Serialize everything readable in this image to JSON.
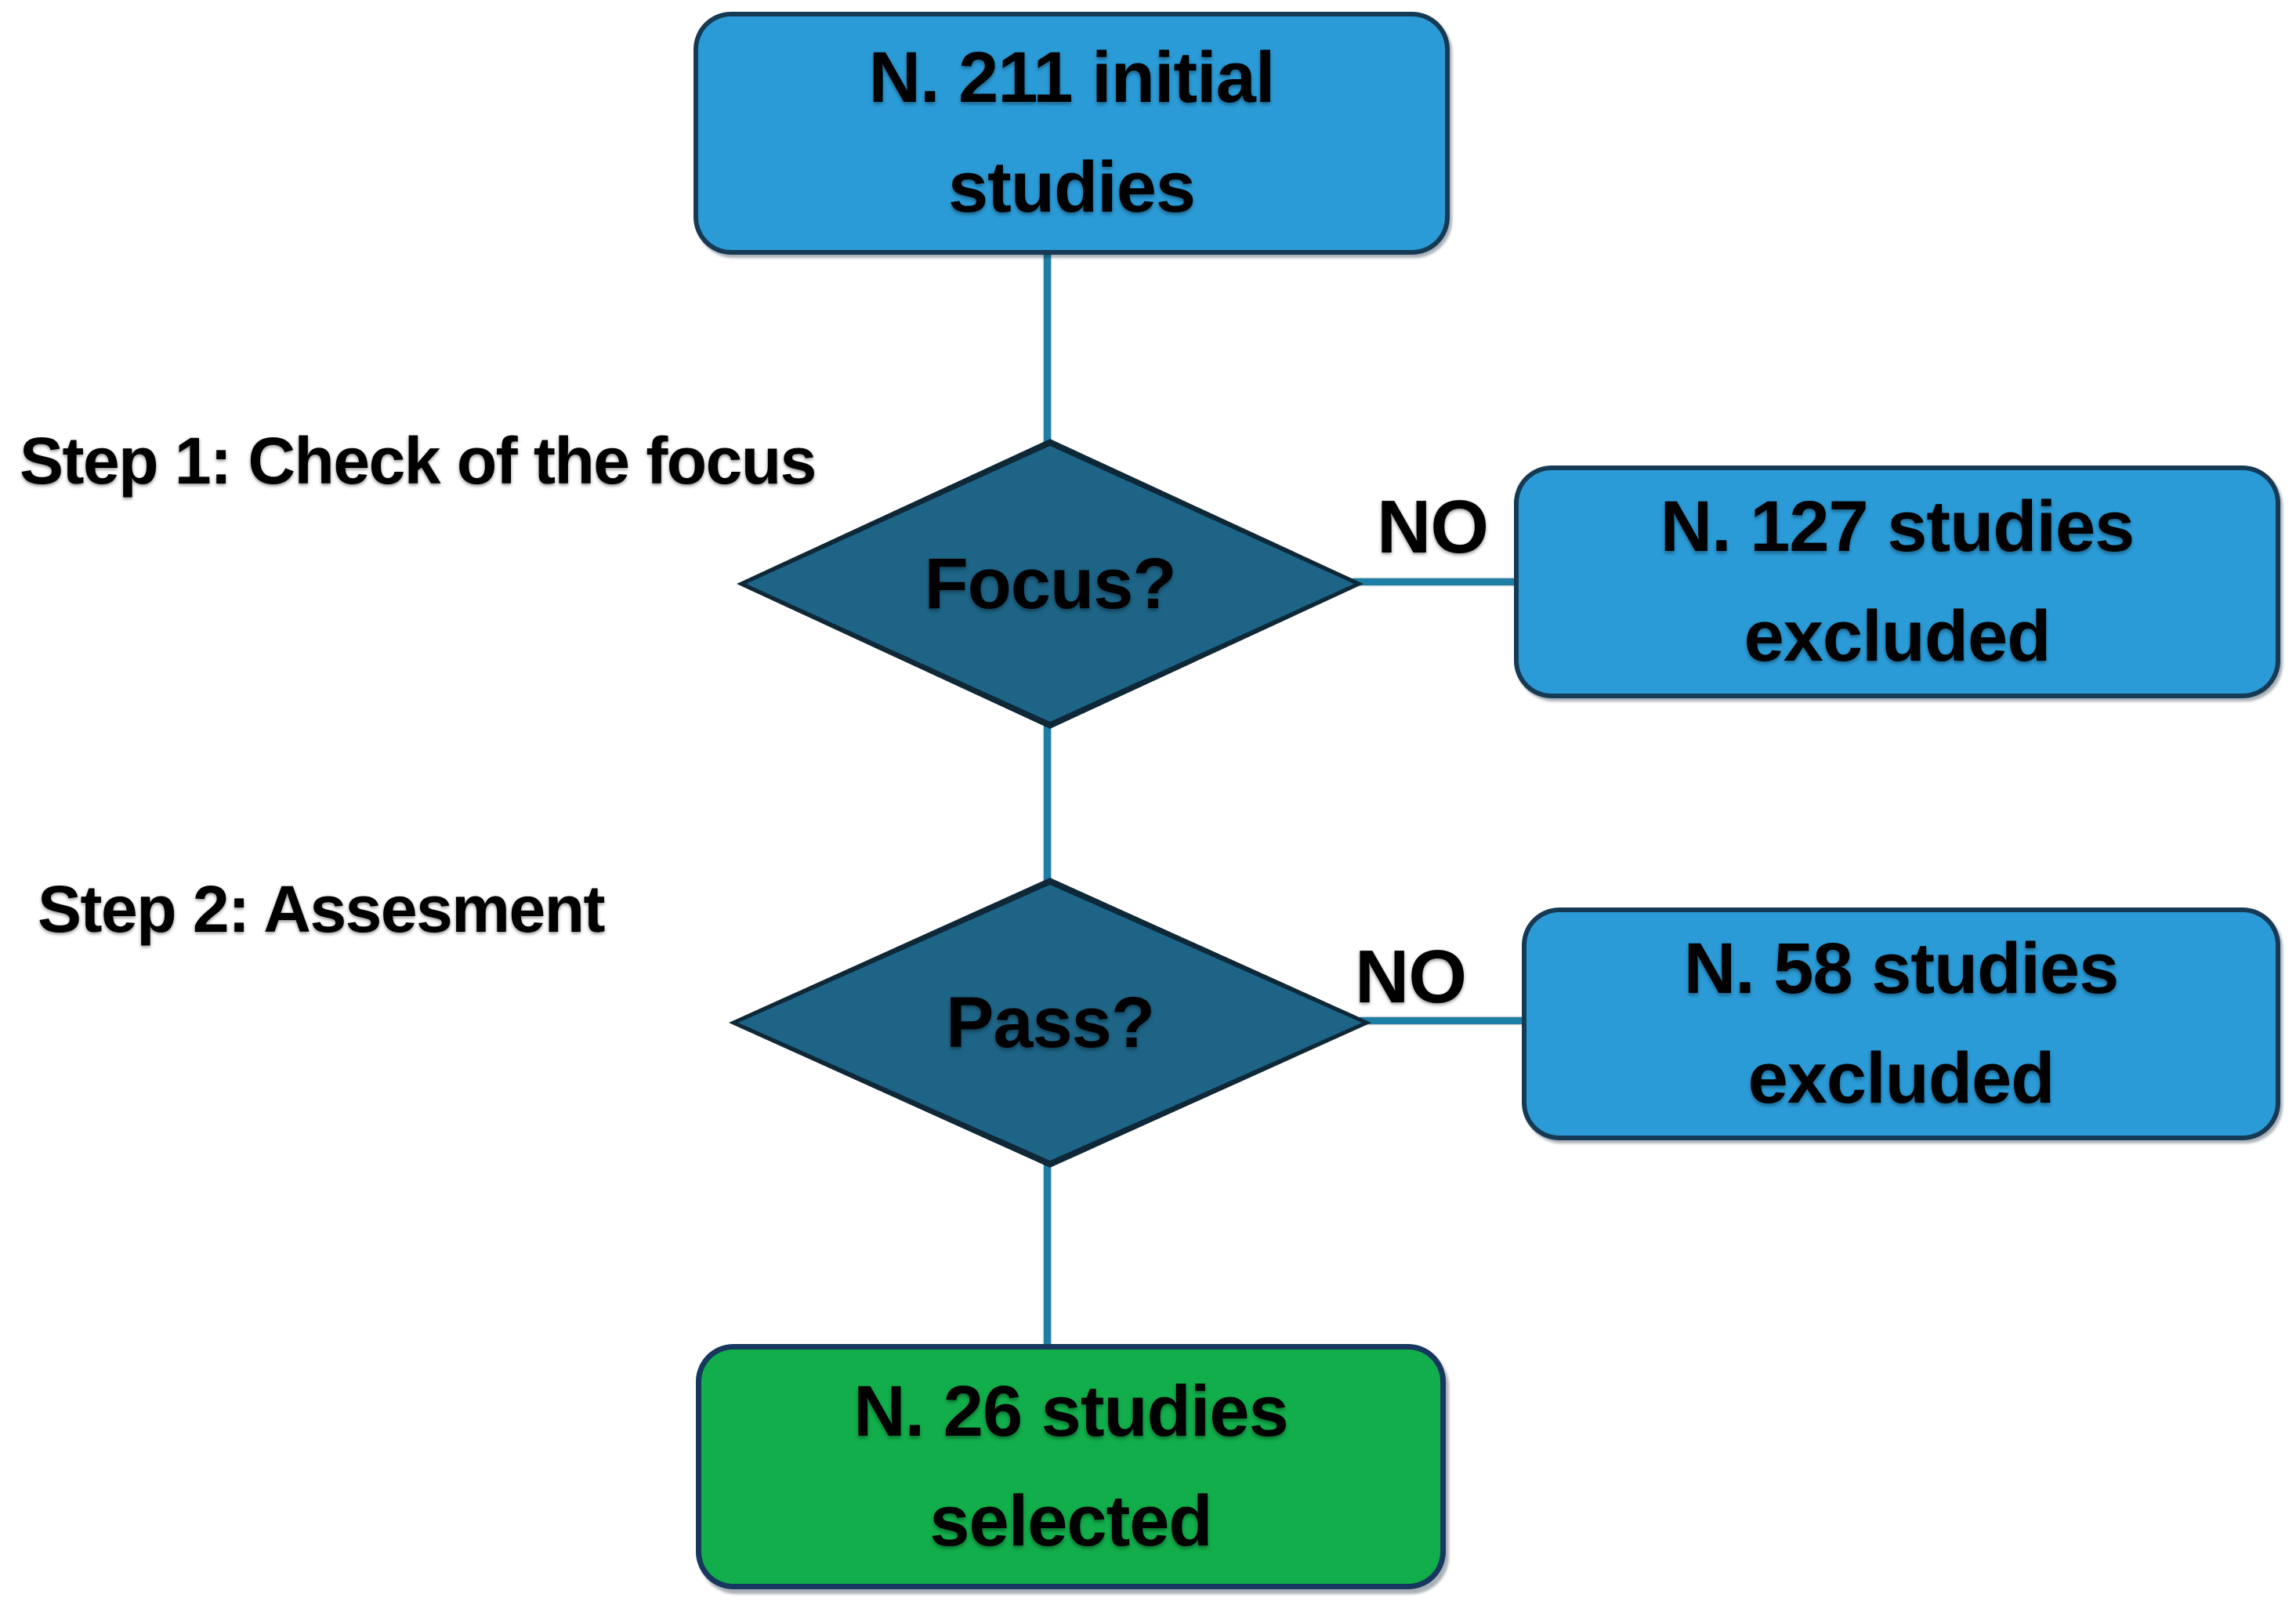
{
  "diagram": {
    "type": "flowchart",
    "background": "#FFFFFF",
    "colors": {
      "process_fill": "#2B9BD7",
      "process_border": "#163A54",
      "decision_fill": "#1D6486",
      "decision_border": "#0E2838",
      "terminal_fill": "#12AE4B",
      "terminal_border": "#17375E",
      "connector": "#1E7FA6",
      "text": "#000000"
    },
    "step_labels": [
      {
        "label": "Step 1: Check of the focus"
      },
      {
        "label": "Step 2: Assesment"
      }
    ],
    "nodes": {
      "initial": {
        "lines": [
          "N. 211 initial",
          "studies"
        ]
      },
      "decision1": {
        "label": "Focus?"
      },
      "excluded1": {
        "lines": [
          "N. 127 studies",
          "excluded"
        ]
      },
      "decision2": {
        "label": "Pass?"
      },
      "excluded2": {
        "lines": [
          "N. 58 studies",
          "excluded"
        ]
      },
      "selected": {
        "lines": [
          "N. 26 studies",
          "selected"
        ]
      }
    },
    "edge_labels": {
      "no1": "NO",
      "no2": "NO"
    }
  }
}
